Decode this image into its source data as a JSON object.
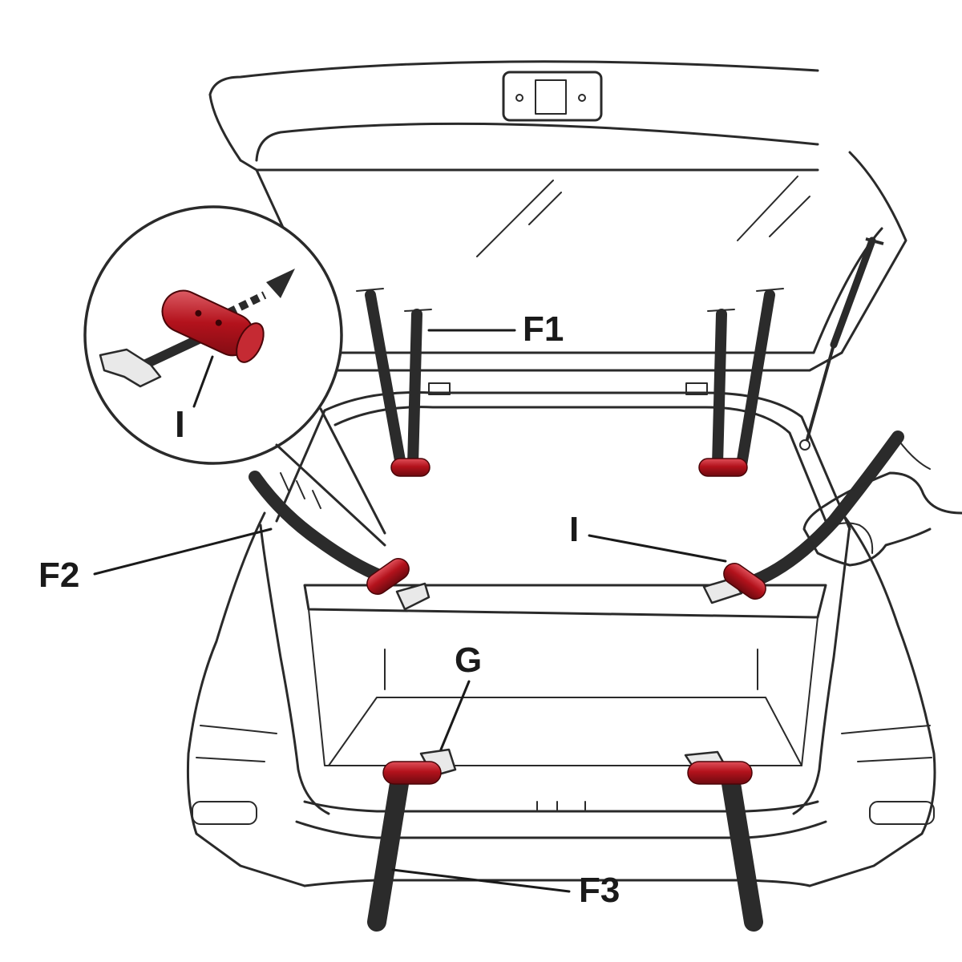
{
  "labels": {
    "f1": "F1",
    "f2": "F2",
    "f3": "F3",
    "g": "G",
    "i_inset": "I",
    "i_main": "I"
  },
  "colors": {
    "clip_red": "#b3121c",
    "clip_red_highlight": "#e0505a",
    "strap": "#2b2b2b",
    "outline": "#2a2a2a"
  },
  "icons": [
    "tether-clip-icon",
    "direction-arrow-icon",
    "hook-bracket-icon",
    "strap-icon",
    "hand-icon"
  ]
}
